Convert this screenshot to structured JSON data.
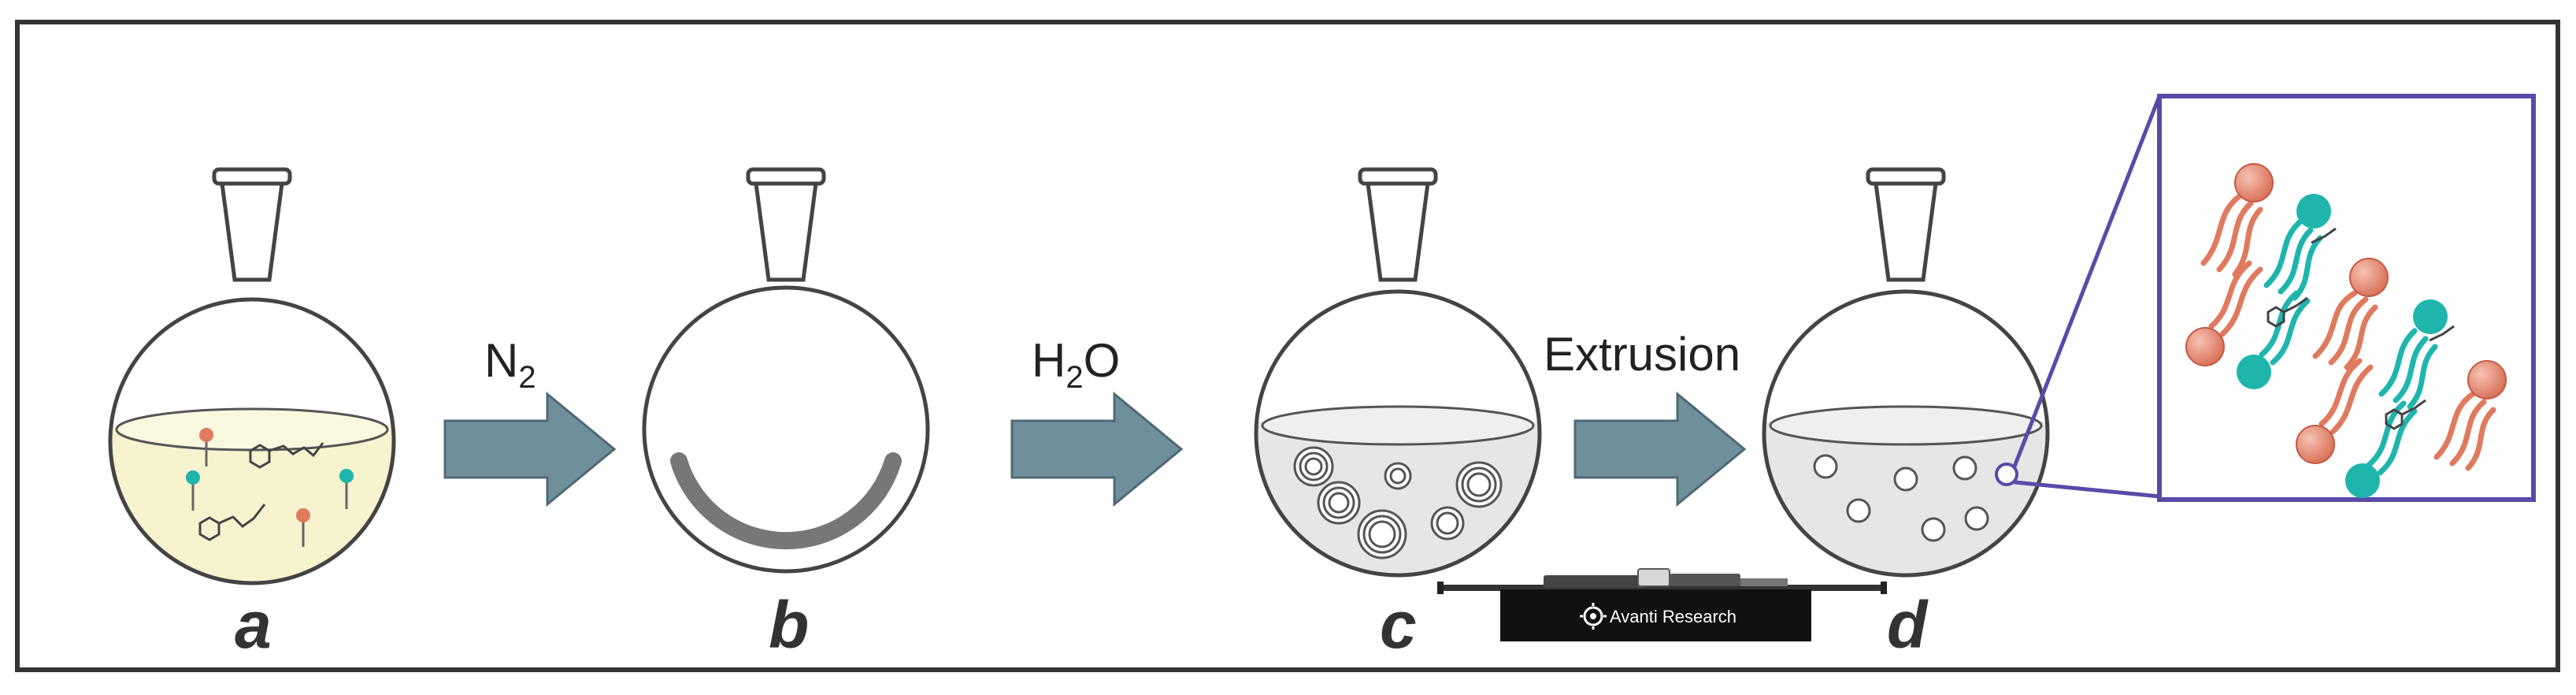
{
  "colors": {
    "frame": "#333333",
    "flask_outline": "#444444",
    "solvent_fill": "#f7f3cf",
    "water_fill": "#e6e6e6",
    "lipid_film": "#777777",
    "arrow_fill": "#6f8f9b",
    "arrow_stroke": "#4f6a74",
    "zoom_border": "#5a4aa8",
    "lipid_orange": "#e07a5f",
    "lipid_cyan": "#1fb5ad"
  },
  "steps": [
    {
      "label": "a"
    },
    {
      "label": "b"
    },
    {
      "label": "c"
    },
    {
      "label": "d"
    }
  ],
  "arrows": [
    {
      "label_main": "N",
      "label_sub": "2",
      "label_tail": ""
    },
    {
      "label_main": "H",
      "label_sub": "2",
      "label_tail": "O"
    },
    {
      "label_main": "Extrusion",
      "label_sub": "",
      "label_tail": ""
    }
  ],
  "extruder": {
    "brand": "Avanti Research",
    "logo_icon": "gear-icon"
  }
}
